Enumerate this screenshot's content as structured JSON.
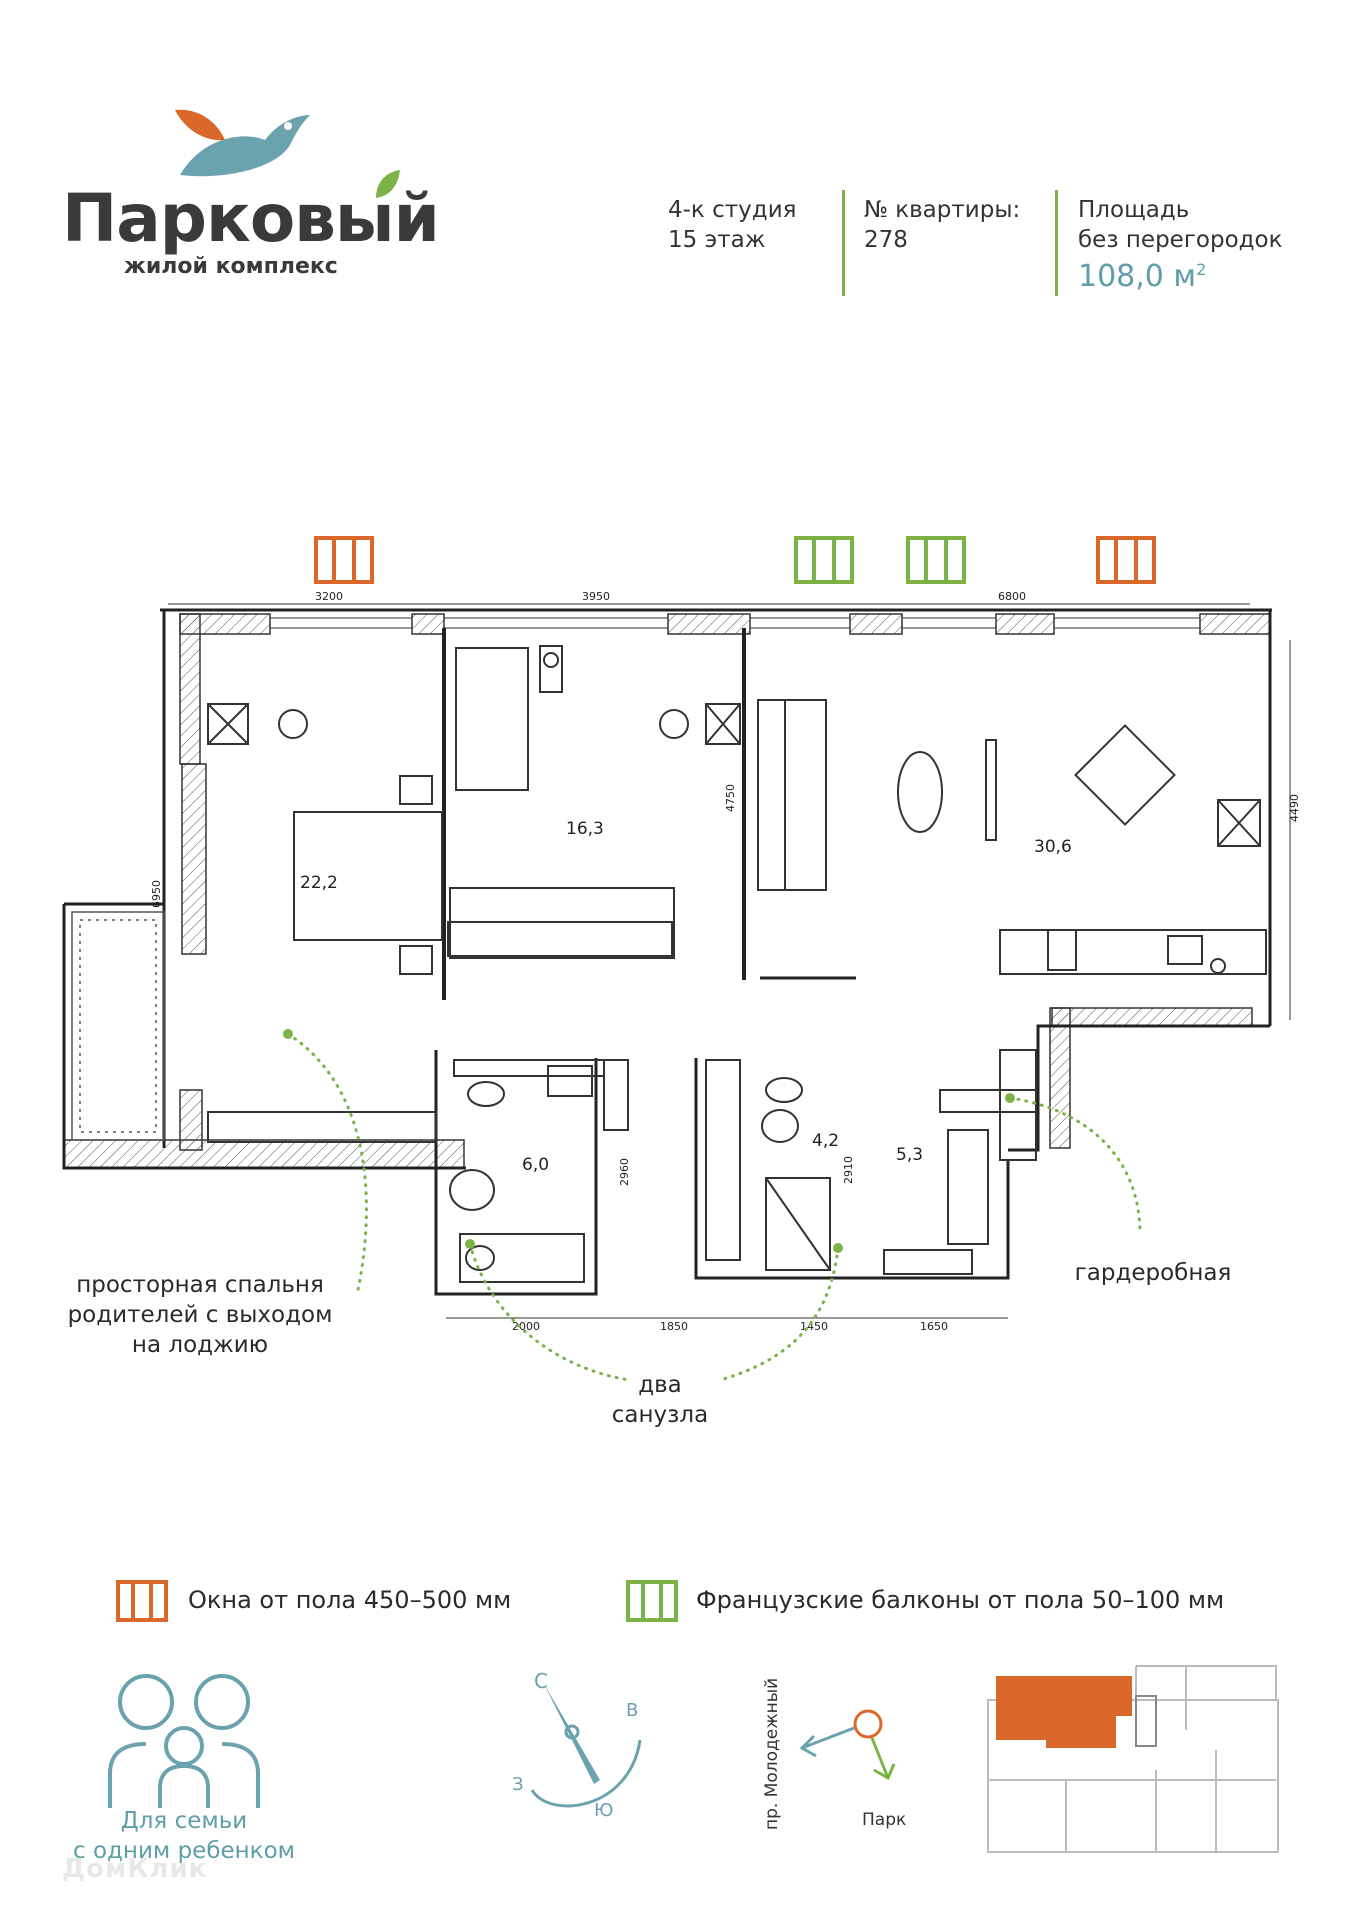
{
  "logo": {
    "name": "Парковый",
    "subtitle": "жилой комплекс"
  },
  "apartment": {
    "type": "4-к студия",
    "floor": "15 этаж",
    "number_label": "№ квартиры:",
    "number": "278",
    "area_label_line1": "Площадь",
    "area_label_line2": "без перегородок",
    "area_value": "108,0 м",
    "area_sup": "2"
  },
  "rooms": {
    "r1": "22,2",
    "r2": "16,3",
    "r3": "30,6",
    "r4": "6,0",
    "r5": "4,2",
    "r6": "5,3"
  },
  "dims": {
    "top1": "3200",
    "top2": "3950",
    "top3": "6800",
    "left": "6950",
    "mid": "4750",
    "right": "4490",
    "bath1": "2960",
    "bath2": "2910",
    "bot1": "2000",
    "bot2": "1850",
    "bot3": "1450",
    "bot4": "1650"
  },
  "annotations": {
    "bedroom_line1": "просторная спальня",
    "bedroom_line2": "родителей с выходом",
    "bedroom_line3": "на лоджию",
    "bath_line1": "два",
    "bath_line2": "санузла",
    "wardrobe": "гардеробная"
  },
  "legend": {
    "windows": "Окна от пола 450–500 мм",
    "balconies": "Французские балконы от пола 50–100 мм"
  },
  "family": {
    "line1": "Для семьи",
    "line2": "с одним ребенком"
  },
  "compass": {
    "n": "С",
    "e": "В",
    "w": "З",
    "s": "Ю"
  },
  "orientation": {
    "street": "пр. Молодежный",
    "park": "Парк"
  },
  "watermark": "ДомКлик",
  "colors": {
    "orange": "#d9682a",
    "green": "#7bb348",
    "teal": "#5f9ea8",
    "wall": "#444444"
  }
}
